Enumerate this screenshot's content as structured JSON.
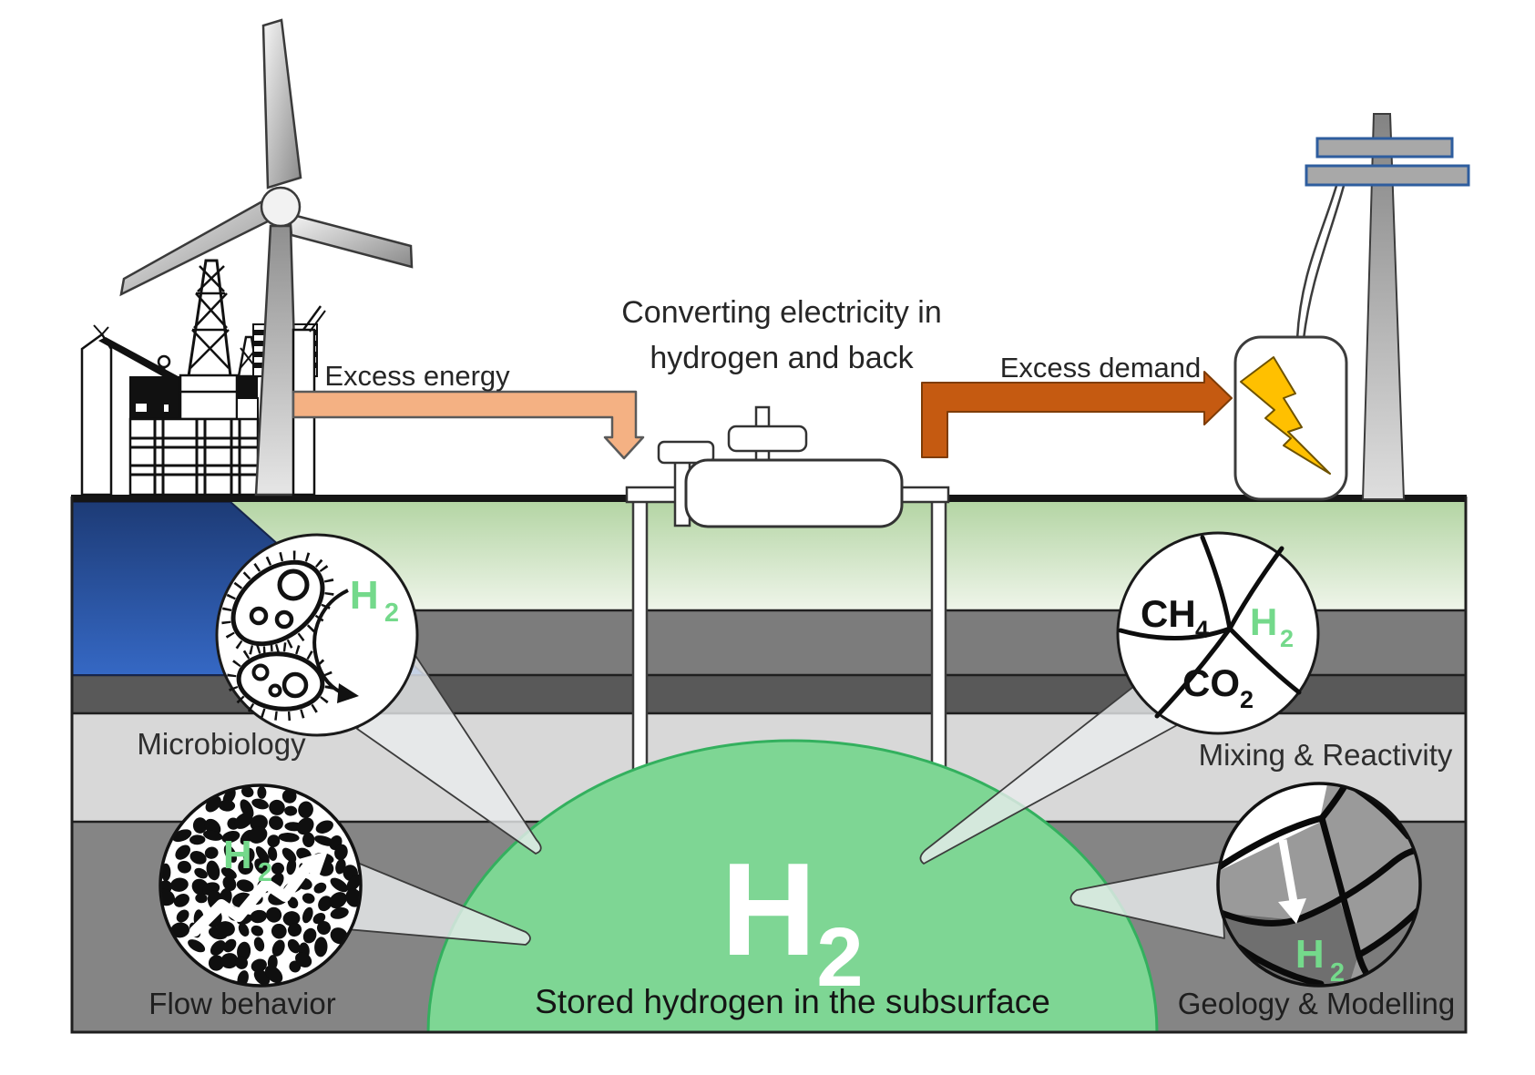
{
  "flow_labels": {
    "excess_energy": "Excess energy",
    "converting_line1": "Converting electricity in",
    "converting_line2": "hydrogen and back",
    "excess_demand": "Excess demand"
  },
  "storage": {
    "symbol_main": "H",
    "symbol_sub": "2",
    "caption": "Stored hydrogen in the subsurface"
  },
  "research_topics": {
    "microbiology": "Microbiology",
    "flow_behavior": "Flow behavior",
    "mixing_reactivity": "Mixing & Reactivity",
    "geology_modelling": "Geology & Modelling"
  },
  "molecules": {
    "h2": {
      "main": "H",
      "sub": "2"
    },
    "ch4": {
      "main": "CH",
      "sub": "4"
    },
    "co2": {
      "main": "CO",
      "sub": "2"
    }
  },
  "colors": {
    "h2_green": "#74D98B",
    "dome_green": "#7ED694",
    "dome_edge": "#33B05E",
    "excess_energy_arrow": "#F4B183",
    "excess_demand_arrow": "#C55A11",
    "sea_blue_top": "#1D3B76",
    "sea_blue_bottom": "#3568C4",
    "lightning_yellow": "#FFC000"
  }
}
